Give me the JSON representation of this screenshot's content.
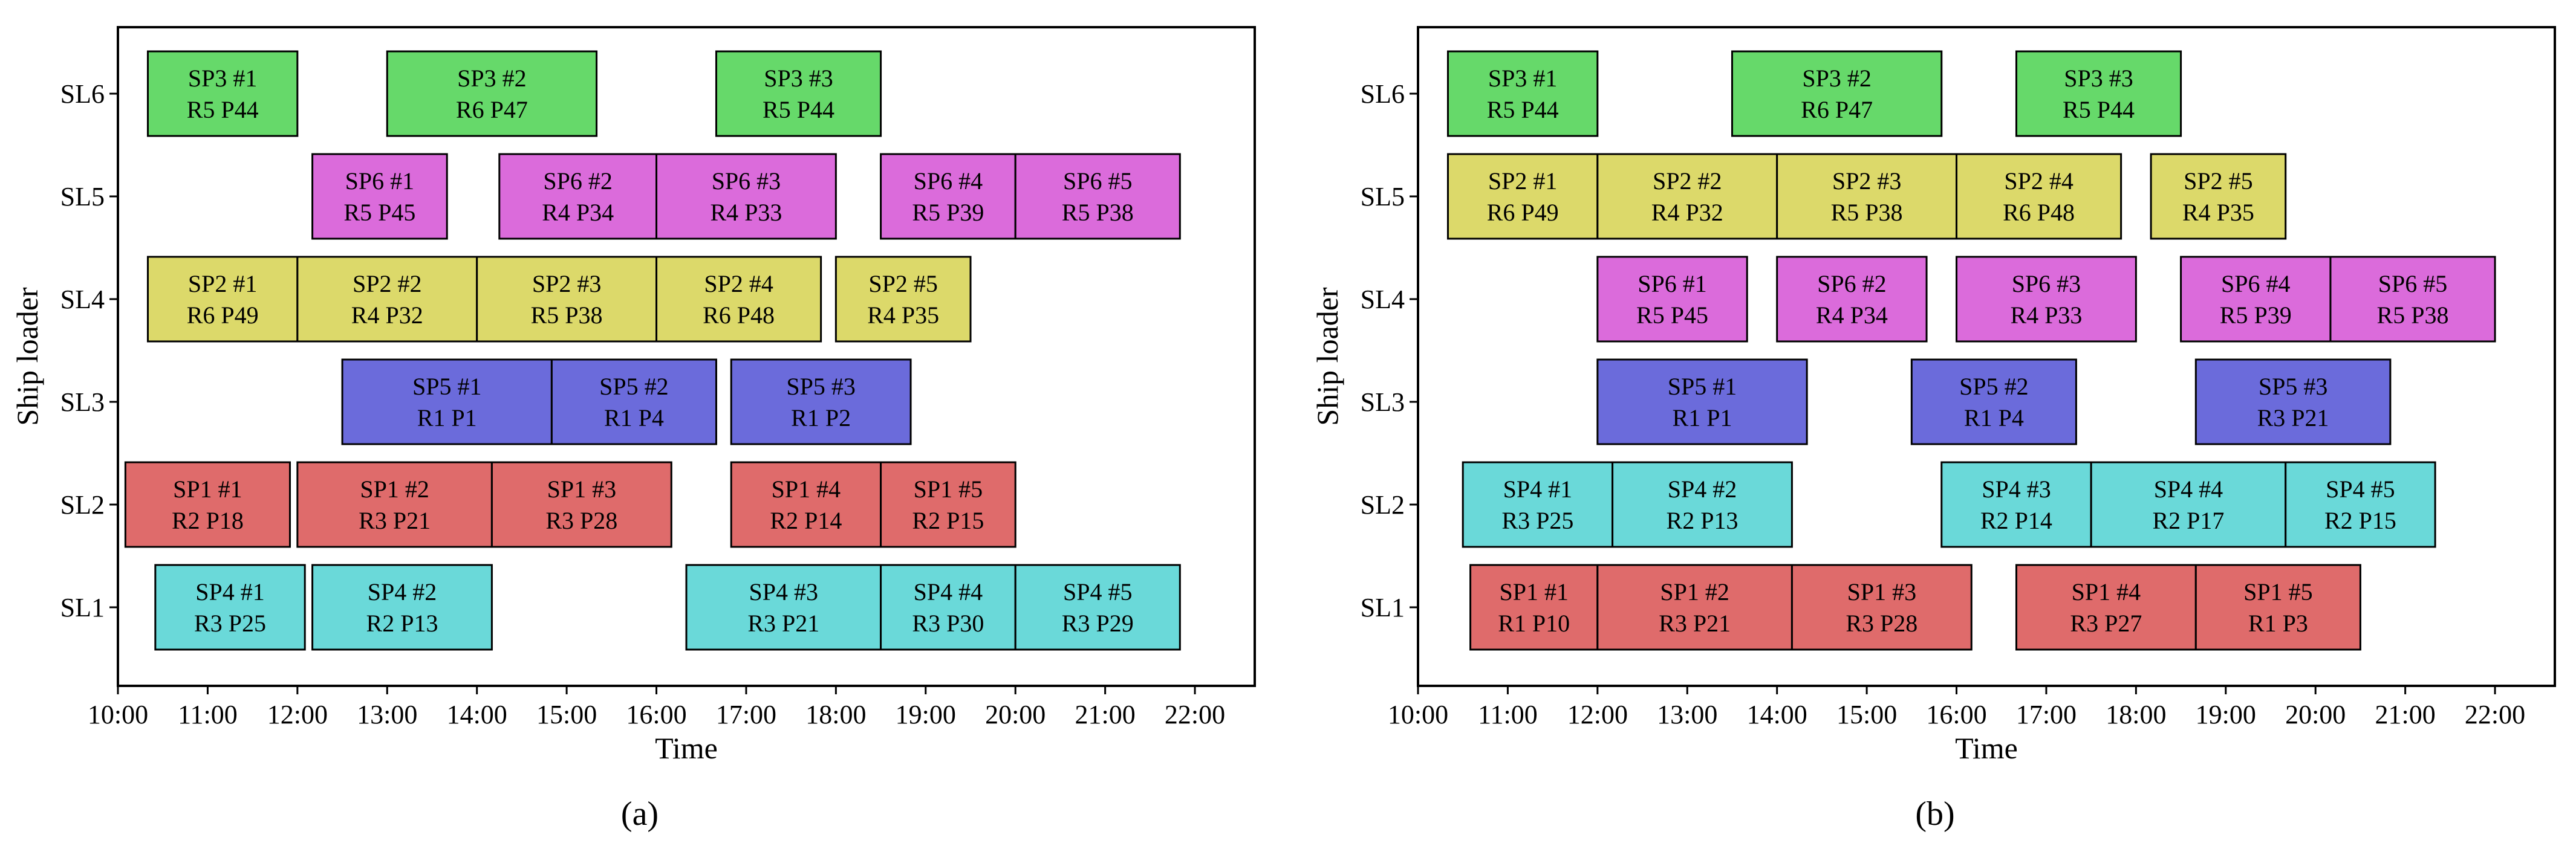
{
  "chart_data": [
    {
      "panel_label": "(a)",
      "type": "gantt",
      "xlabel": "Time",
      "ylabel": "Ship loader",
      "x_ticks": [
        "10:00",
        "11:00",
        "12:00",
        "13:00",
        "14:00",
        "15:00",
        "16:00",
        "17:00",
        "18:00",
        "19:00",
        "20:00",
        "21:00",
        "22:00"
      ],
      "xlim": [
        "10:00",
        "22:40"
      ],
      "y_categories": [
        "SL1",
        "SL2",
        "SL3",
        "SL4",
        "SL5",
        "SL6"
      ],
      "grid": false,
      "bars": [
        {
          "row": "SL6",
          "start": "10:20",
          "end": "12:00",
          "line1": "SP3 #1",
          "line2": "R5 P44",
          "group": "SP3"
        },
        {
          "row": "SL6",
          "start": "13:00",
          "end": "15:20",
          "line1": "SP3 #2",
          "line2": "R6 P47",
          "group": "SP3"
        },
        {
          "row": "SL6",
          "start": "16:40",
          "end": "18:30",
          "line1": "SP3 #3",
          "line2": "R5 P44",
          "group": "SP3"
        },
        {
          "row": "SL5",
          "start": "12:10",
          "end": "13:40",
          "line1": "SP6 #1",
          "line2": "R5 P45",
          "group": "SP6"
        },
        {
          "row": "SL5",
          "start": "14:15",
          "end": "16:00",
          "line1": "SP6 #2",
          "line2": "R4 P34",
          "group": "SP6"
        },
        {
          "row": "SL5",
          "start": "16:00",
          "end": "18:00",
          "line1": "SP6 #3",
          "line2": "R4 P33",
          "group": "SP6"
        },
        {
          "row": "SL5",
          "start": "18:30",
          "end": "20:00",
          "line1": "SP6 #4",
          "line2": "R5 P39",
          "group": "SP6"
        },
        {
          "row": "SL5",
          "start": "20:00",
          "end": "21:50",
          "line1": "SP6 #5",
          "line2": "R5 P38",
          "group": "SP6"
        },
        {
          "row": "SL4",
          "start": "10:20",
          "end": "12:00",
          "line1": "SP2 #1",
          "line2": "R6 P49",
          "group": "SP2"
        },
        {
          "row": "SL4",
          "start": "12:00",
          "end": "14:00",
          "line1": "SP2 #2",
          "line2": "R4 P32",
          "group": "SP2"
        },
        {
          "row": "SL4",
          "start": "14:00",
          "end": "16:00",
          "line1": "SP2 #3",
          "line2": "R5 P38",
          "group": "SP2"
        },
        {
          "row": "SL4",
          "start": "16:00",
          "end": "17:50",
          "line1": "SP2 #4",
          "line2": "R6 P48",
          "group": "SP2"
        },
        {
          "row": "SL4",
          "start": "18:00",
          "end": "19:30",
          "line1": "SP2 #5",
          "line2": "R4 P35",
          "group": "SP2"
        },
        {
          "row": "SL3",
          "start": "12:30",
          "end": "14:50",
          "line1": "SP5 #1",
          "line2": "R1 P1",
          "group": "SP5"
        },
        {
          "row": "SL3",
          "start": "14:50",
          "end": "16:40",
          "line1": "SP5 #2",
          "line2": "R1 P4",
          "group": "SP5"
        },
        {
          "row": "SL3",
          "start": "16:50",
          "end": "18:50",
          "line1": "SP5 #3",
          "line2": "R1 P2",
          "group": "SP5"
        },
        {
          "row": "SL2",
          "start": "10:05",
          "end": "11:55",
          "line1": "SP1 #1",
          "line2": "R2 P18",
          "group": "SP1"
        },
        {
          "row": "SL2",
          "start": "12:00",
          "end": "14:10",
          "line1": "SP1 #2",
          "line2": "R3 P21",
          "group": "SP1"
        },
        {
          "row": "SL2",
          "start": "14:10",
          "end": "16:10",
          "line1": "SP1 #3",
          "line2": "R3 P28",
          "group": "SP1"
        },
        {
          "row": "SL2",
          "start": "16:50",
          "end": "18:30",
          "line1": "SP1 #4",
          "line2": "R2 P14",
          "group": "SP1"
        },
        {
          "row": "SL2",
          "start": "18:30",
          "end": "20:00",
          "line1": "SP1 #5",
          "line2": "R2 P15",
          "group": "SP1"
        },
        {
          "row": "SL1",
          "start": "10:25",
          "end": "12:05",
          "line1": "SP4 #1",
          "line2": "R3 P25",
          "group": "SP4"
        },
        {
          "row": "SL1",
          "start": "12:10",
          "end": "14:10",
          "line1": "SP4 #2",
          "line2": "R2 P13",
          "group": "SP4"
        },
        {
          "row": "SL1",
          "start": "16:20",
          "end": "18:30",
          "line1": "SP4 #3",
          "line2": "R3 P21",
          "group": "SP4"
        },
        {
          "row": "SL1",
          "start": "18:30",
          "end": "20:00",
          "line1": "SP4 #4",
          "line2": "R3 P30",
          "group": "SP4"
        },
        {
          "row": "SL1",
          "start": "20:00",
          "end": "21:50",
          "line1": "SP4 #5",
          "line2": "R3 P29",
          "group": "SP4"
        }
      ]
    },
    {
      "panel_label": "(b)",
      "type": "gantt",
      "xlabel": "Time",
      "ylabel": "Ship loader",
      "x_ticks": [
        "10:00",
        "11:00",
        "12:00",
        "13:00",
        "14:00",
        "15:00",
        "16:00",
        "17:00",
        "18:00",
        "19:00",
        "20:00",
        "21:00",
        "22:00"
      ],
      "xlim": [
        "10:00",
        "22:40"
      ],
      "y_categories": [
        "SL1",
        "SL2",
        "SL3",
        "SL4",
        "SL5",
        "SL6"
      ],
      "grid": false,
      "bars": [
        {
          "row": "SL6",
          "start": "10:20",
          "end": "12:00",
          "line1": "SP3 #1",
          "line2": "R5 P44",
          "group": "SP3"
        },
        {
          "row": "SL6",
          "start": "13:30",
          "end": "15:50",
          "line1": "SP3 #2",
          "line2": "R6 P47",
          "group": "SP3"
        },
        {
          "row": "SL6",
          "start": "16:40",
          "end": "18:30",
          "line1": "SP3 #3",
          "line2": "R5 P44",
          "group": "SP3"
        },
        {
          "row": "SL5",
          "start": "10:20",
          "end": "12:00",
          "line1": "SP2 #1",
          "line2": "R6 P49",
          "group": "SP2"
        },
        {
          "row": "SL5",
          "start": "12:00",
          "end": "14:00",
          "line1": "SP2 #2",
          "line2": "R4 P32",
          "group": "SP2"
        },
        {
          "row": "SL5",
          "start": "14:00",
          "end": "16:00",
          "line1": "SP2 #3",
          "line2": "R5 P38",
          "group": "SP2"
        },
        {
          "row": "SL5",
          "start": "16:00",
          "end": "17:50",
          "line1": "SP2 #4",
          "line2": "R6 P48",
          "group": "SP2"
        },
        {
          "row": "SL5",
          "start": "18:10",
          "end": "19:40",
          "line1": "SP2 #5",
          "line2": "R4 P35",
          "group": "SP2"
        },
        {
          "row": "SL4",
          "start": "12:00",
          "end": "13:40",
          "line1": "SP6 #1",
          "line2": "R5 P45",
          "group": "SP6"
        },
        {
          "row": "SL4",
          "start": "14:00",
          "end": "15:40",
          "line1": "SP6 #2",
          "line2": "R4 P34",
          "group": "SP6"
        },
        {
          "row": "SL4",
          "start": "16:00",
          "end": "18:00",
          "line1": "SP6 #3",
          "line2": "R4 P33",
          "group": "SP6"
        },
        {
          "row": "SL4",
          "start": "18:30",
          "end": "20:10",
          "line1": "SP6 #4",
          "line2": "R5 P39",
          "group": "SP6"
        },
        {
          "row": "SL4",
          "start": "20:10",
          "end": "22:00",
          "line1": "SP6 #5",
          "line2": "R5 P38",
          "group": "SP6"
        },
        {
          "row": "SL3",
          "start": "12:00",
          "end": "14:20",
          "line1": "SP5 #1",
          "line2": "R1 P1",
          "group": "SP5"
        },
        {
          "row": "SL3",
          "start": "15:30",
          "end": "17:20",
          "line1": "SP5 #2",
          "line2": "R1 P4",
          "group": "SP5"
        },
        {
          "row": "SL3",
          "start": "18:40",
          "end": "20:50",
          "line1": "SP5 #3",
          "line2": "R3 P21",
          "group": "SP5"
        },
        {
          "row": "SL2",
          "start": "10:30",
          "end": "12:10",
          "line1": "SP4 #1",
          "line2": "R3 P25",
          "group": "SP4"
        },
        {
          "row": "SL2",
          "start": "12:10",
          "end": "14:10",
          "line1": "SP4 #2",
          "line2": "R2 P13",
          "group": "SP4"
        },
        {
          "row": "SL2",
          "start": "15:50",
          "end": "17:30",
          "line1": "SP4 #3",
          "line2": "R2 P14",
          "group": "SP4"
        },
        {
          "row": "SL2",
          "start": "17:30",
          "end": "19:40",
          "line1": "SP4 #4",
          "line2": "R2 P17",
          "group": "SP4"
        },
        {
          "row": "SL2",
          "start": "19:40",
          "end": "21:20",
          "line1": "SP4 #5",
          "line2": "R2 P15",
          "group": "SP4"
        },
        {
          "row": "SL1",
          "start": "10:35",
          "end": "12:00",
          "line1": "SP1 #1",
          "line2": "R1 P10",
          "group": "SP1"
        },
        {
          "row": "SL1",
          "start": "12:00",
          "end": "14:10",
          "line1": "SP1 #2",
          "line2": "R3 P21",
          "group": "SP1"
        },
        {
          "row": "SL1",
          "start": "14:10",
          "end": "16:10",
          "line1": "SP1 #3",
          "line2": "R3 P28",
          "group": "SP1"
        },
        {
          "row": "SL1",
          "start": "16:40",
          "end": "18:40",
          "line1": "SP1 #4",
          "line2": "R3 P27",
          "group": "SP1"
        },
        {
          "row": "SL1",
          "start": "18:40",
          "end": "20:30",
          "line1": "SP1 #5",
          "line2": "R1 P3",
          "group": "SP1"
        }
      ]
    }
  ],
  "group_colors": {
    "SP1": "#df6b6b",
    "SP2": "#dcd96a",
    "SP3": "#66d96a",
    "SP4": "#6ad9d9",
    "SP5": "#6b6bdb",
    "SP6": "#db6bdb"
  }
}
